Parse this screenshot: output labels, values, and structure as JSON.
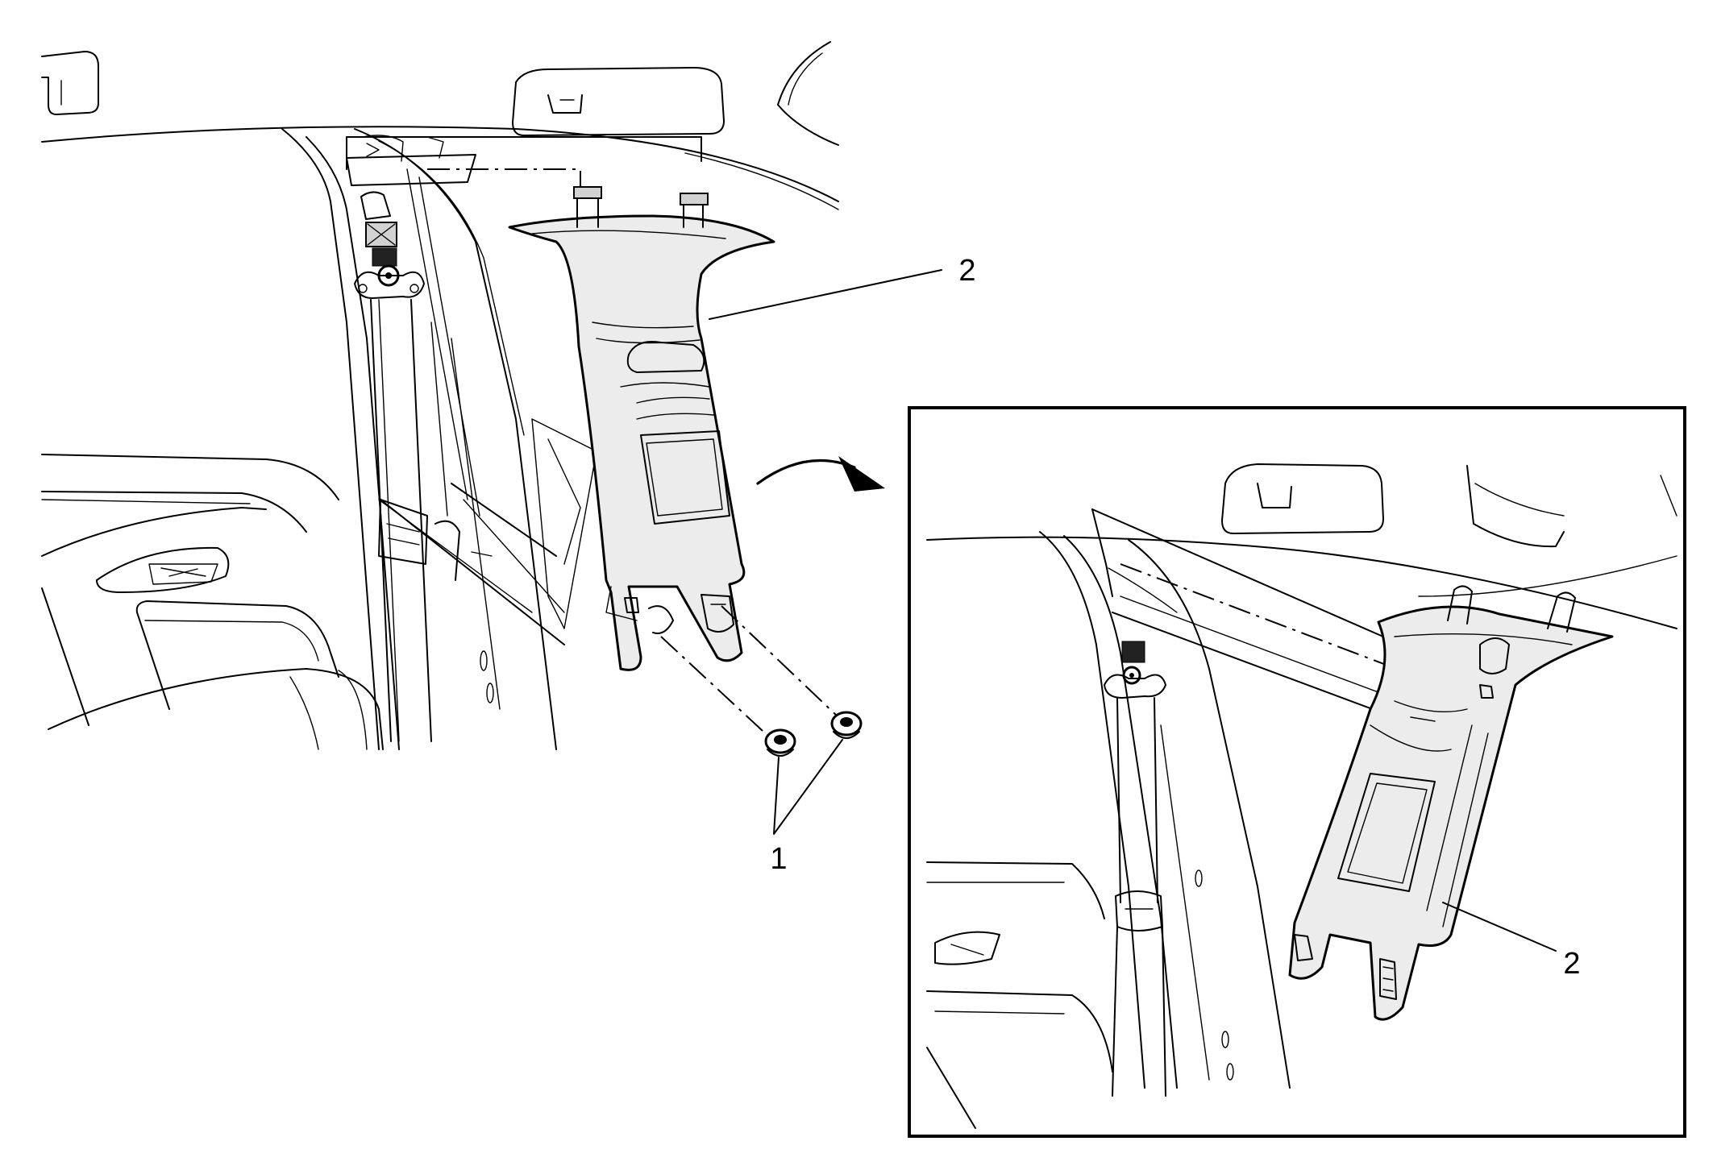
{
  "callouts": {
    "fasteners": "1",
    "trim_panel_main": "2",
    "trim_panel_inset": "2"
  },
  "colors": {
    "line": "#000000",
    "panel_fill": "#ececec",
    "panel_shade": "#d2d2d2",
    "background": "#ffffff"
  }
}
